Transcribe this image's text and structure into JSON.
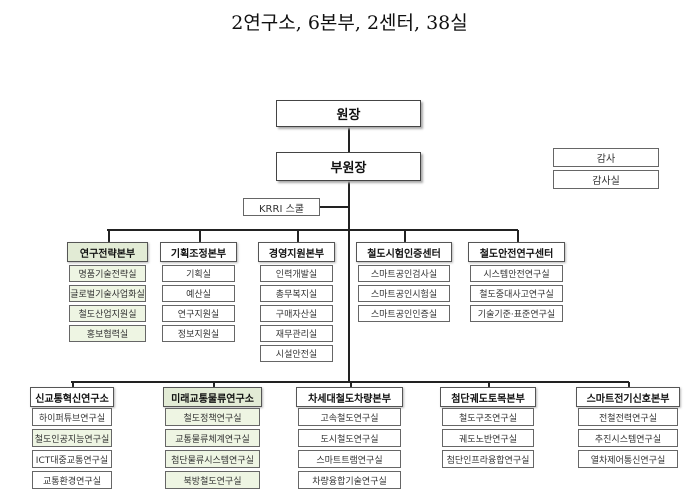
{
  "title": "2연구소, 6본부, 2센터, 38실",
  "president": "원장",
  "vice_president": "부원장",
  "audit": {
    "head": "감사",
    "office": "감사실"
  },
  "school": "KRRI 스쿨",
  "colors": {
    "green_fill": "#eef5e3",
    "green_header": "#e2ebd5"
  },
  "upper_units": [
    {
      "name": "연구전략본부",
      "green": true,
      "offices": [
        "명품기술전략실",
        "글로벌기술사업화실",
        "철도산업지원실",
        "홍보협력실"
      ],
      "green_offices": [
        true,
        true,
        true,
        true
      ]
    },
    {
      "name": "기획조정본부",
      "green": false,
      "offices": [
        "기획실",
        "예산실",
        "연구지원실",
        "정보지원실"
      ],
      "green_offices": [
        false,
        false,
        false,
        false
      ]
    },
    {
      "name": "경영지원본부",
      "green": false,
      "offices": [
        "인력개발실",
        "총무복지실",
        "구매자산실",
        "재무관리실",
        "시설안전실"
      ],
      "green_offices": [
        false,
        false,
        false,
        false,
        false
      ]
    },
    {
      "name": "철도시험인증센터",
      "green": false,
      "offices": [
        "스마트공인검사실",
        "스마트공인시험실",
        "스마트공인인증실"
      ],
      "green_offices": [
        false,
        false,
        false
      ]
    },
    {
      "name": "철도안전연구센터",
      "green": false,
      "offices": [
        "시스템안전연구실",
        "철도중대사고연구실",
        "기술기준·표준연구실"
      ],
      "green_offices": [
        false,
        false,
        false
      ]
    }
  ],
  "lower_units": [
    {
      "name": "신교통혁신연구소",
      "green": false,
      "offices": [
        "하이퍼튜브연구실",
        "철도인공지능연구실",
        "ICT대중교통연구실",
        "교통환경연구실"
      ],
      "green_offices": [
        false,
        true,
        false,
        false
      ]
    },
    {
      "name": "미래교통물류연구소",
      "green": true,
      "offices": [
        "철도정책연구실",
        "교통물류체계연구실",
        "첨단물류시스템연구실",
        "북방철도연구실"
      ],
      "green_offices": [
        true,
        true,
        true,
        true
      ]
    },
    {
      "name": "차세대철도차량본부",
      "green": false,
      "offices": [
        "고속철도연구실",
        "도시철도연구실",
        "스마트트램연구실",
        "차량융합기술연구실"
      ],
      "green_offices": [
        false,
        false,
        false,
        false
      ]
    },
    {
      "name": "첨단궤도토목본부",
      "green": false,
      "offices": [
        "철도구조연구실",
        "궤도노반연구실",
        "첨단인프라융합연구실"
      ],
      "green_offices": [
        false,
        false,
        false
      ]
    },
    {
      "name": "스마트전기신호본부",
      "green": false,
      "offices": [
        "전철전력연구실",
        "추진시스템연구실",
        "열차제어통신연구실"
      ],
      "green_offices": [
        false,
        false,
        false
      ]
    }
  ]
}
